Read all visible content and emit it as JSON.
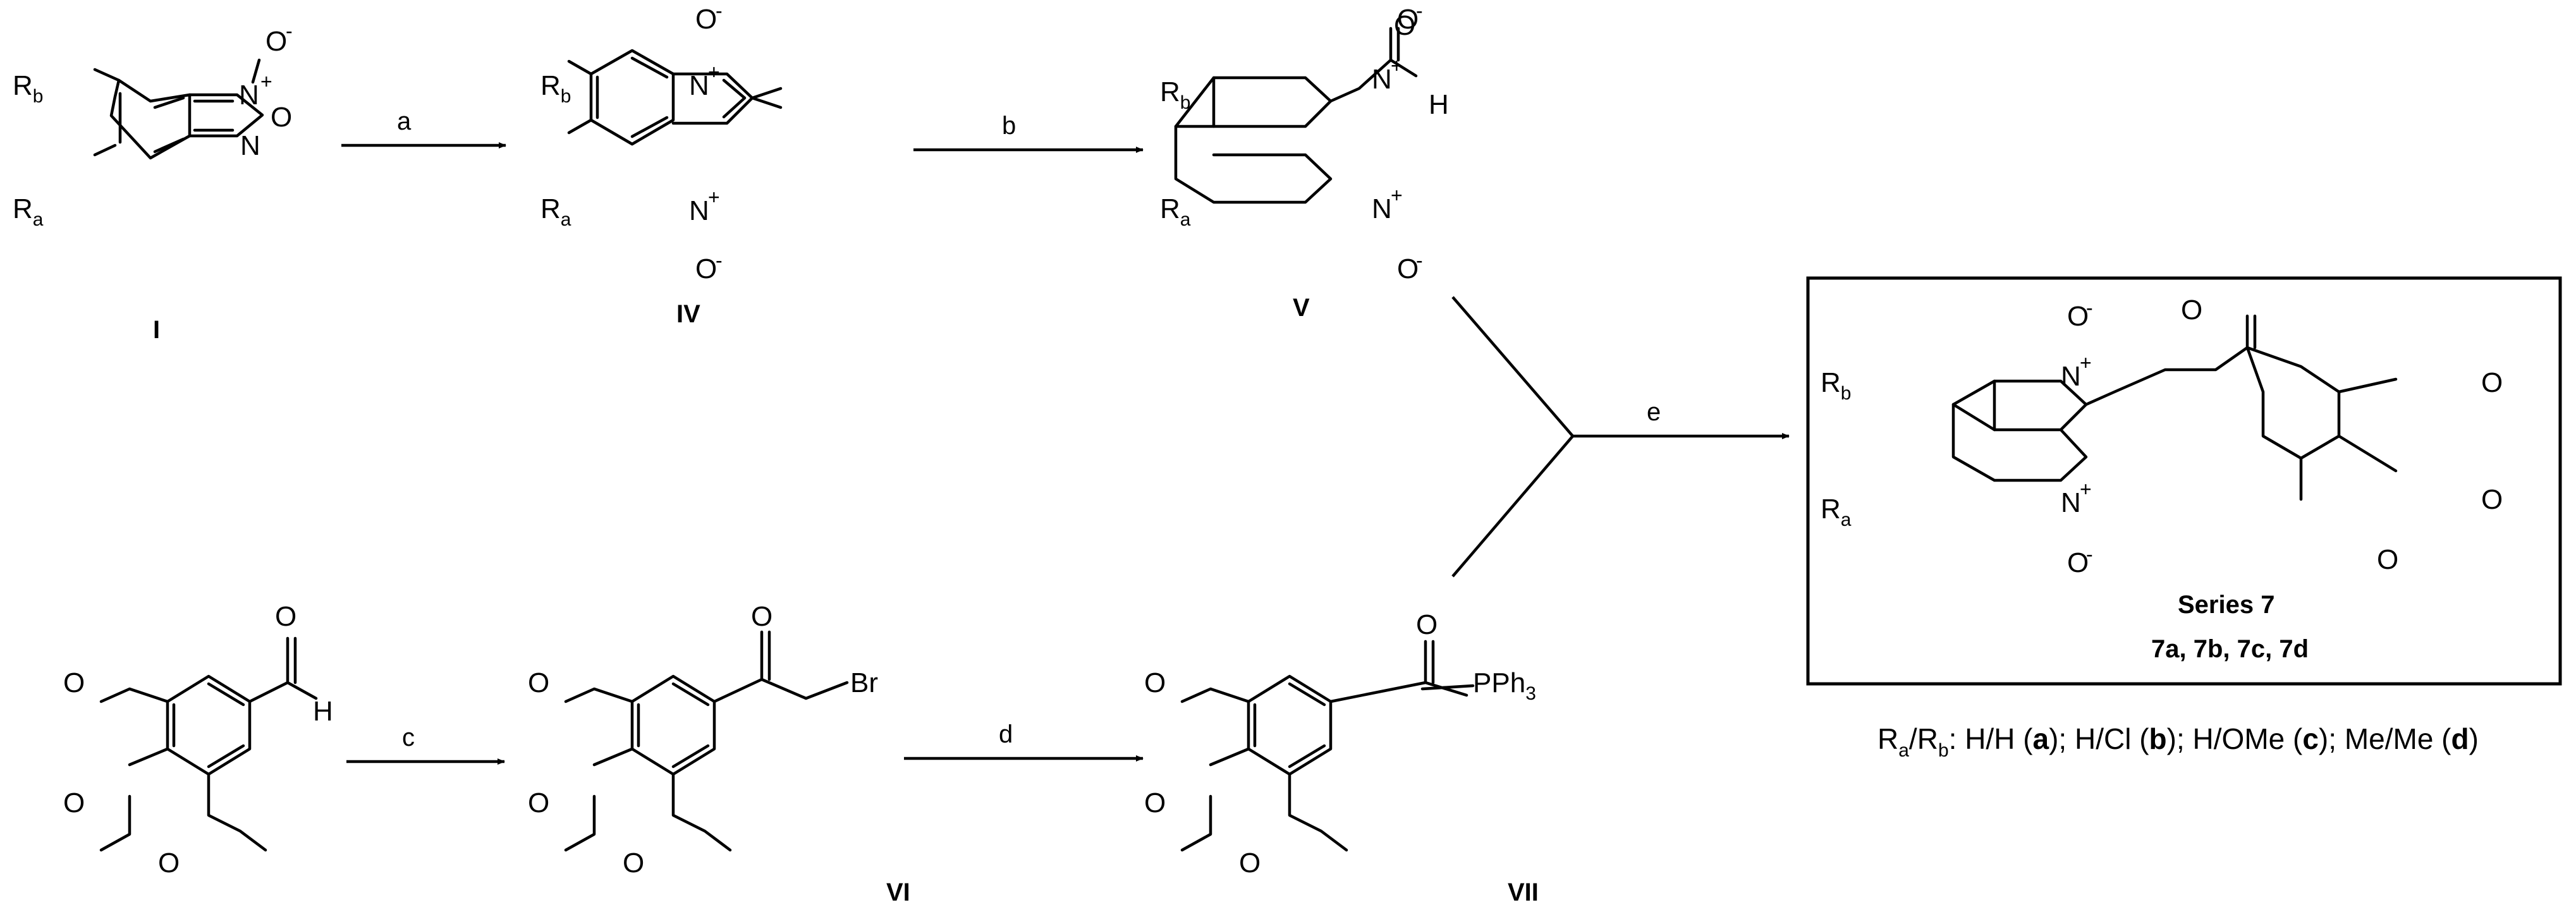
{
  "atoms": {
    "Ra": "R",
    "Rb": "R",
    "a_sub": "a",
    "b_sub": "b",
    "N": "N",
    "O": "O",
    "H": "H",
    "Br": "Br",
    "P": "P",
    "Ph": "Ph",
    "three": "3",
    "plus": "+",
    "minus": "-"
  },
  "compounds": {
    "I": "I",
    "IV": "IV",
    "V": "V",
    "VI": "VI",
    "VII": "VII",
    "series_title": "Series 7",
    "series_members": "7a, 7b, 7c, 7d"
  },
  "reactions": {
    "a": "a",
    "b": "b",
    "c": "c",
    "d": "d",
    "e": "e"
  },
  "caption": {
    "ra": "R",
    "ra_sub": "a",
    "slash": "/",
    "rb": "R",
    "rb_sub": "b",
    "colon": ": ",
    "items": [
      {
        "pair": "H/H (",
        "code": "a",
        "close": "); "
      },
      {
        "pair": "H/Cl (",
        "code": "b",
        "close": "); "
      },
      {
        "pair": "H/OMe (",
        "code": "c",
        "close": "); "
      },
      {
        "pair": "Me/Me (",
        "code": "d",
        "close": ")"
      }
    ]
  },
  "colors": {
    "ink": "#000000",
    "background": "#ffffff"
  }
}
